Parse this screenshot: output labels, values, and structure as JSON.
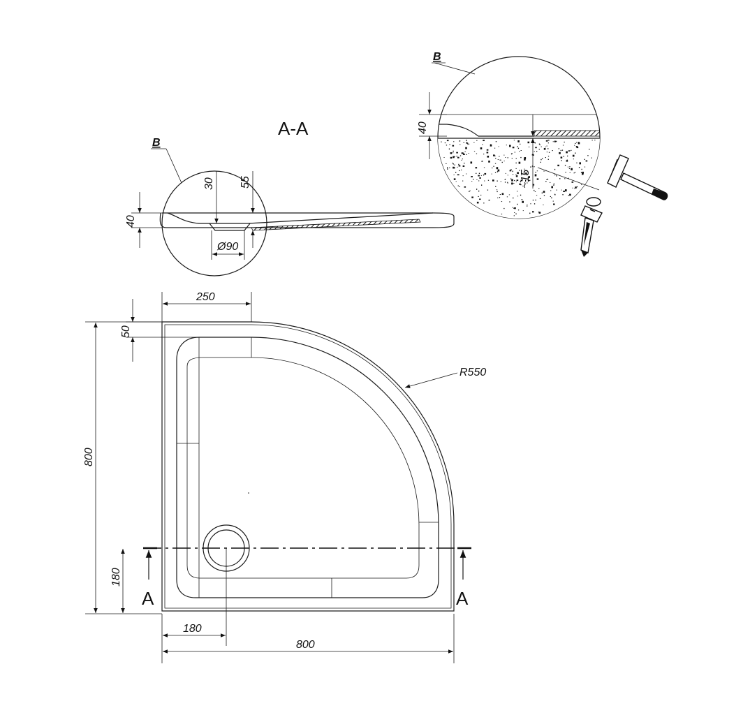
{
  "section_title": "A-A",
  "detail_label": "B",
  "section_marker": "A",
  "dimensions": {
    "height_40": "40",
    "drain_depth_30": "30",
    "drain_depth_55": "55",
    "drain_diameter": "Ø90",
    "detail_height_40": "40",
    "detail_gap": "~15",
    "offset_top": "250",
    "rim_50": "50",
    "depth_800": "800",
    "drain_y_180": "180",
    "drain_x_180": "180",
    "width_800": "800",
    "radius": "R550"
  },
  "icons": [
    "hammer-icon",
    "anchor-bolt-icon"
  ]
}
